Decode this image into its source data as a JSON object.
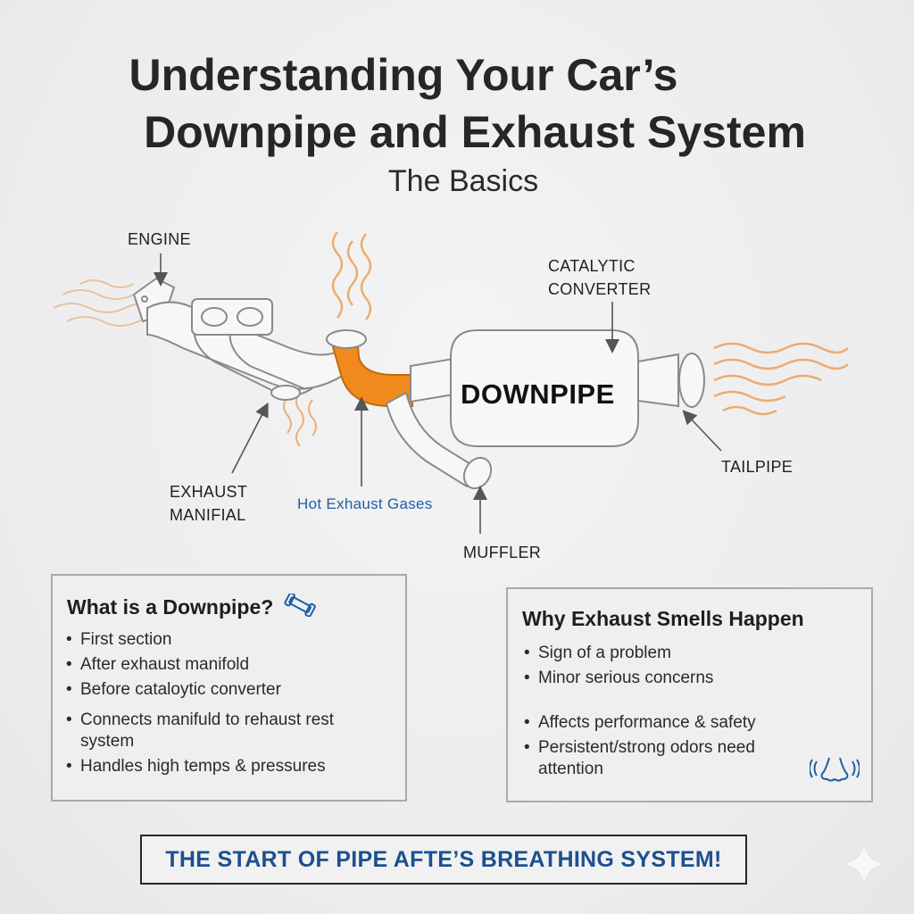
{
  "title": {
    "line1": "Understanding Your Car’s",
    "line2": "Downpipe and Exhaust System"
  },
  "subtitle": "The Basics",
  "diagram": {
    "center_label": "DOWNPIPE",
    "labels": {
      "engine": "ENGINE",
      "catalytic_line1": "CATALYTIC",
      "catalytic_line2": "CONVERTER",
      "exhaust_line1": "EXHAUST",
      "exhaust_line2": "MANIFIAL",
      "hot_gases": "Hot Exhaust Gases",
      "muffler": "MUFFLER",
      "tailpipe": "TAILPIPE"
    },
    "colors": {
      "downpipe_highlight": "#f08a1c",
      "heat_waves": "#e8a25a",
      "outline": "#8a8a8a",
      "hot_label": "#1d5fa3"
    }
  },
  "left_card": {
    "heading": "What is a Downpipe?",
    "icon": "wrench-pipe-icon",
    "items": [
      "First section",
      "After exhaust manifold",
      "Before cataloytic converter",
      "Connects manifuld to rehaust rest system",
      "Handles high temps & pressures"
    ]
  },
  "right_card": {
    "heading": "Why Exhaust Smells Happen",
    "icon": "nose-smell-icon",
    "items": [
      "Sign of a problem",
      "Minor serious concerns",
      "Affects performance & safety",
      "Persistent/strong odors need attention"
    ]
  },
  "banner": "THE START OF PIPE AFTE’S BREATHING SYSTEM!",
  "accent_color": "#1d4f8f"
}
